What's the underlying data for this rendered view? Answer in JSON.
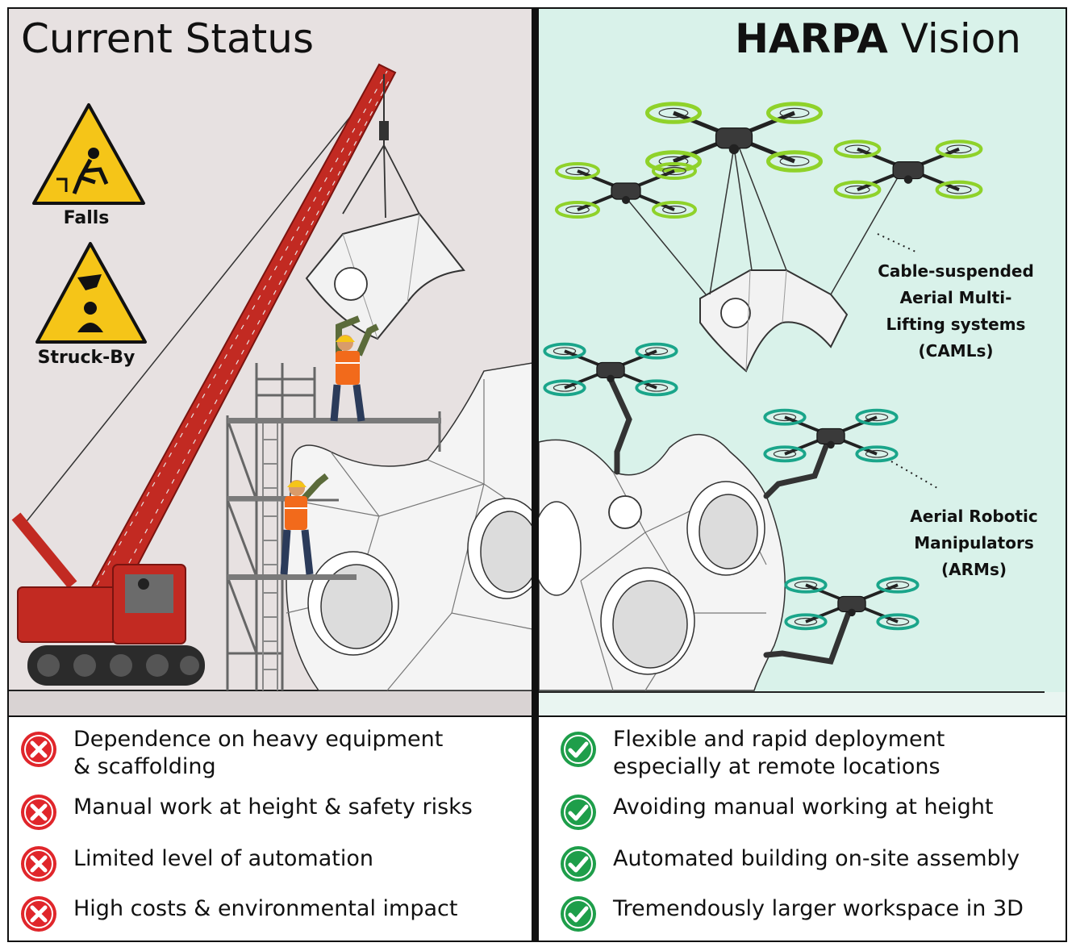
{
  "left_panel": {
    "title": "Current Status",
    "hazards": [
      {
        "label": "Falls",
        "icon": "falling-person-warning-icon"
      },
      {
        "label": "Struck-By",
        "icon": "falling-object-warning-icon"
      }
    ],
    "bg_color": "#e7e1e1",
    "items": [
      {
        "lines": [
          "Dependence on heavy equipment",
          "& scaffolding"
        ],
        "status": "cross"
      },
      {
        "lines": [
          "Manual work at height & safety risks"
        ],
        "status": "cross"
      },
      {
        "lines": [
          "Limited level of automation"
        ],
        "status": "cross"
      },
      {
        "lines": [
          "High costs & environmental impact"
        ],
        "status": "cross"
      }
    ]
  },
  "right_panel": {
    "title_bold": "HARPA",
    "title_rest": " Vision",
    "bg_color": "#d9f2ea",
    "labels": {
      "caml": [
        "Cable-suspended",
        "Aerial Multi-",
        "Lifting systems",
        "(CAMLs)"
      ],
      "arm": [
        "Aerial Robotic",
        "Manipulators",
        "(ARMs)"
      ]
    },
    "items": [
      {
        "lines": [
          "Flexible and rapid deployment",
          "especially at remote locations"
        ],
        "status": "check"
      },
      {
        "lines": [
          "Avoiding manual working at height"
        ],
        "status": "check"
      },
      {
        "lines": [
          "Automated building on-site assembly"
        ],
        "status": "check"
      },
      {
        "lines": [
          "Tremendously larger workspace in 3D"
        ],
        "status": "check"
      }
    ]
  },
  "colors": {
    "cross": "#e0262b",
    "check": "#1e9e4a",
    "crane": "#c22a22",
    "hazard_yellow": "#f5c518",
    "drone_prop": "#8fd22a",
    "arm_drone_prop": "#1aa58a",
    "vest": "#f26a1b"
  }
}
